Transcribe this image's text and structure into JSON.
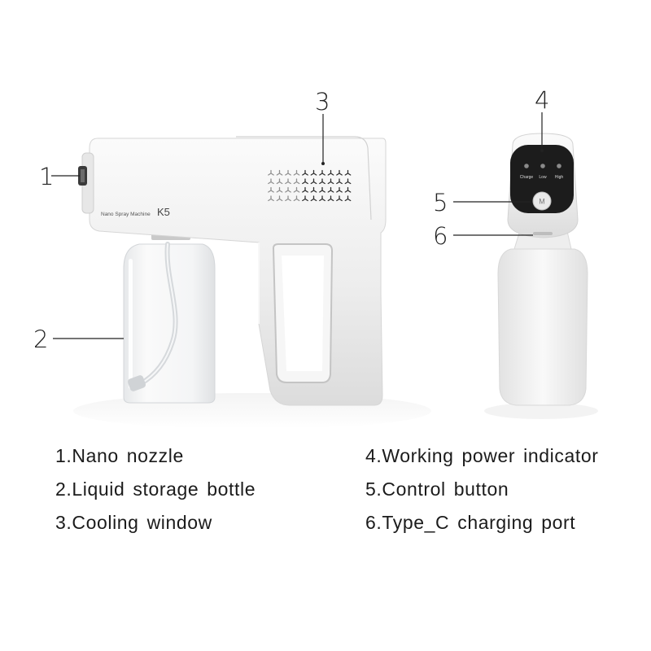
{
  "callouts": [
    "1",
    "2",
    "3",
    "4",
    "5",
    "6"
  ],
  "device": {
    "brand_text": "Nano Spray Machine",
    "model": "K5",
    "indicator_labels": [
      "Charge",
      "Low",
      "High"
    ],
    "button_label": "M"
  },
  "legend": {
    "left": [
      "1.Nano nozzle",
      "2.Liquid storage bottle",
      "3.Cooling window"
    ],
    "right": [
      "4.Working power indicator",
      "5.Control button",
      "6.Type_C charging port"
    ]
  },
  "colors": {
    "body": "#ececec",
    "panel": "#1c1c1c",
    "led": "#8a8a8a",
    "background": "#ffffff",
    "text": "#1b1b1b"
  }
}
